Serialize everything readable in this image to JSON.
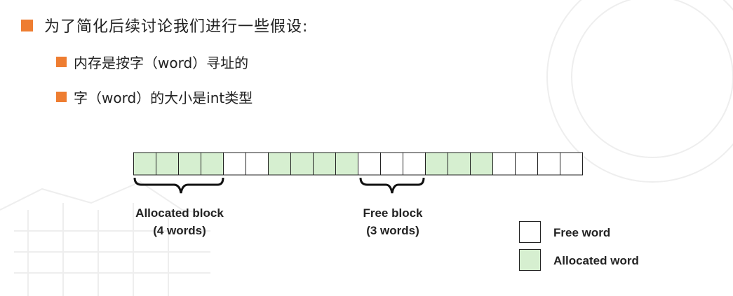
{
  "bullets": {
    "main": "为了简化后续讨论我们进行一些假设:",
    "sub1": "内存是按字（word）寻址的",
    "sub2": "字（word）的大小是int类型"
  },
  "colors": {
    "bullet": "#ee7d31",
    "allocated": "#d6efd0",
    "free": "#ffffff",
    "border": "#222222"
  },
  "heap": {
    "word_count": 20,
    "allocated_word_indices": [
      0,
      1,
      2,
      3,
      6,
      7,
      8,
      9,
      13,
      14,
      15
    ]
  },
  "braces": [
    {
      "label_line1": "Allocated block",
      "label_line2": "(4 words)",
      "from_word": 0,
      "to_word": 3
    },
    {
      "label_line1": "Free block",
      "label_line2": "(3 words)",
      "from_word": 10,
      "to_word": 12
    }
  ],
  "legend": {
    "free_label": "Free word",
    "allocated_label": "Allocated word"
  }
}
